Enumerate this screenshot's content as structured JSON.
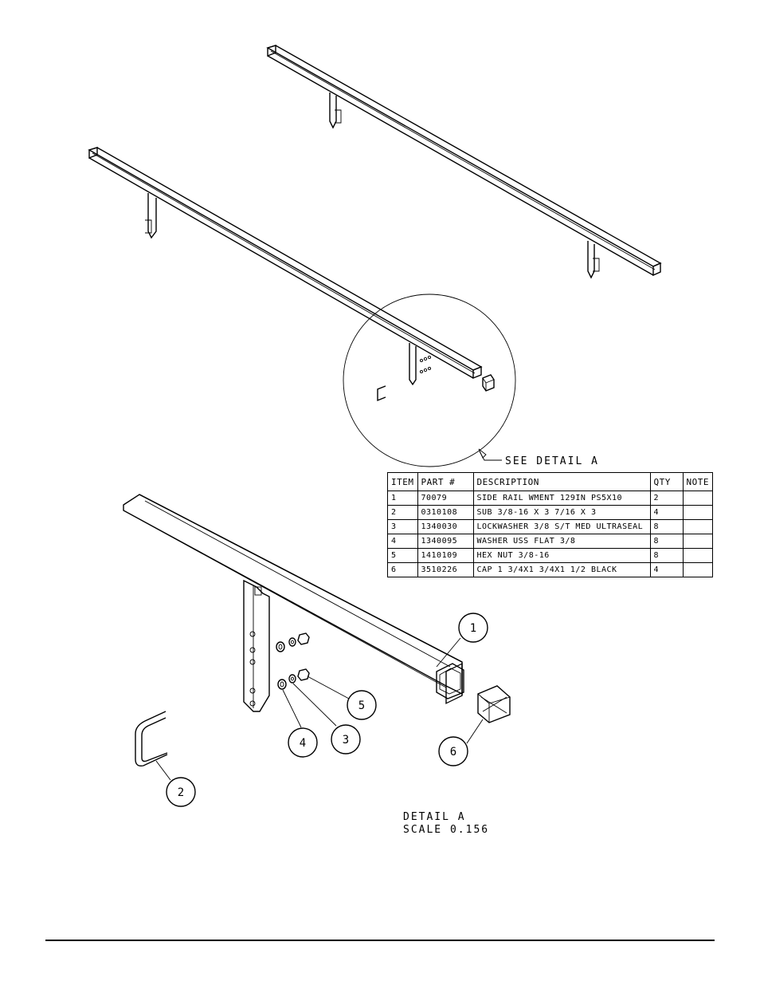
{
  "callout": {
    "see_detail": "SEE DETAIL  A"
  },
  "bom": {
    "headers": {
      "item": "ITEM",
      "part": "PART #",
      "description": "DESCRIPTION",
      "qty": "QTY",
      "note": "NOTE"
    },
    "rows": [
      {
        "item": "1",
        "part": "70079",
        "description": "SIDE RAIL WMENT 129IN PS5X10",
        "qty": "2",
        "note": ""
      },
      {
        "item": "2",
        "part": "0310108",
        "description": "SUB 3/8-16 X 3 7/16 X 3",
        "qty": "4",
        "note": ""
      },
      {
        "item": "3",
        "part": "1340030",
        "description": "LOCKWASHER 3/8 S/T MED ULTRASEAL",
        "qty": "8",
        "note": ""
      },
      {
        "item": "4",
        "part": "1340095",
        "description": "WASHER USS FLAT 3/8",
        "qty": "8",
        "note": ""
      },
      {
        "item": "5",
        "part": "1410109",
        "description": "HEX NUT 3/8-16",
        "qty": "8",
        "note": ""
      },
      {
        "item": "6",
        "part": "3510226",
        "description": "CAP 1 3/4X1 3/4X1 1/2 BLACK",
        "qty": "4",
        "note": ""
      }
    ]
  },
  "balloons": {
    "b1": "1",
    "b2": "2",
    "b3": "3",
    "b4": "4",
    "b5": "5",
    "b6": "6"
  },
  "detail": {
    "title": "DETAIL  A",
    "scale": "SCALE  0.156"
  }
}
